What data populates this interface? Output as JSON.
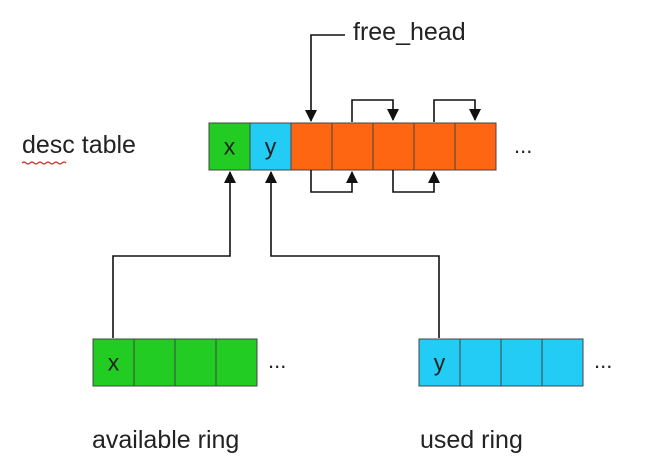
{
  "labels": {
    "desc_table": "desc table",
    "free_head": "free_head",
    "available_ring": "available ring",
    "used_ring": "used ring",
    "ellipsis": "..."
  },
  "desc_table": {
    "cells": [
      {
        "text": "x",
        "role": "available"
      },
      {
        "text": "y",
        "role": "used"
      },
      {
        "text": "",
        "role": "free"
      },
      {
        "text": "",
        "role": "free"
      },
      {
        "text": "",
        "role": "free"
      },
      {
        "text": "",
        "role": "free"
      },
      {
        "text": "",
        "role": "free"
      }
    ]
  },
  "available_ring": {
    "cells": [
      {
        "text": "x"
      },
      {
        "text": ""
      },
      {
        "text": ""
      },
      {
        "text": ""
      }
    ]
  },
  "used_ring": {
    "cells": [
      {
        "text": "y"
      },
      {
        "text": ""
      },
      {
        "text": ""
      },
      {
        "text": ""
      }
    ]
  },
  "colors": {
    "available": "#22cc22",
    "used": "#22ccf5",
    "free": "#ff6611",
    "border": "#444444",
    "line": "#111111",
    "spellcheck_underline": "#cc3333"
  }
}
